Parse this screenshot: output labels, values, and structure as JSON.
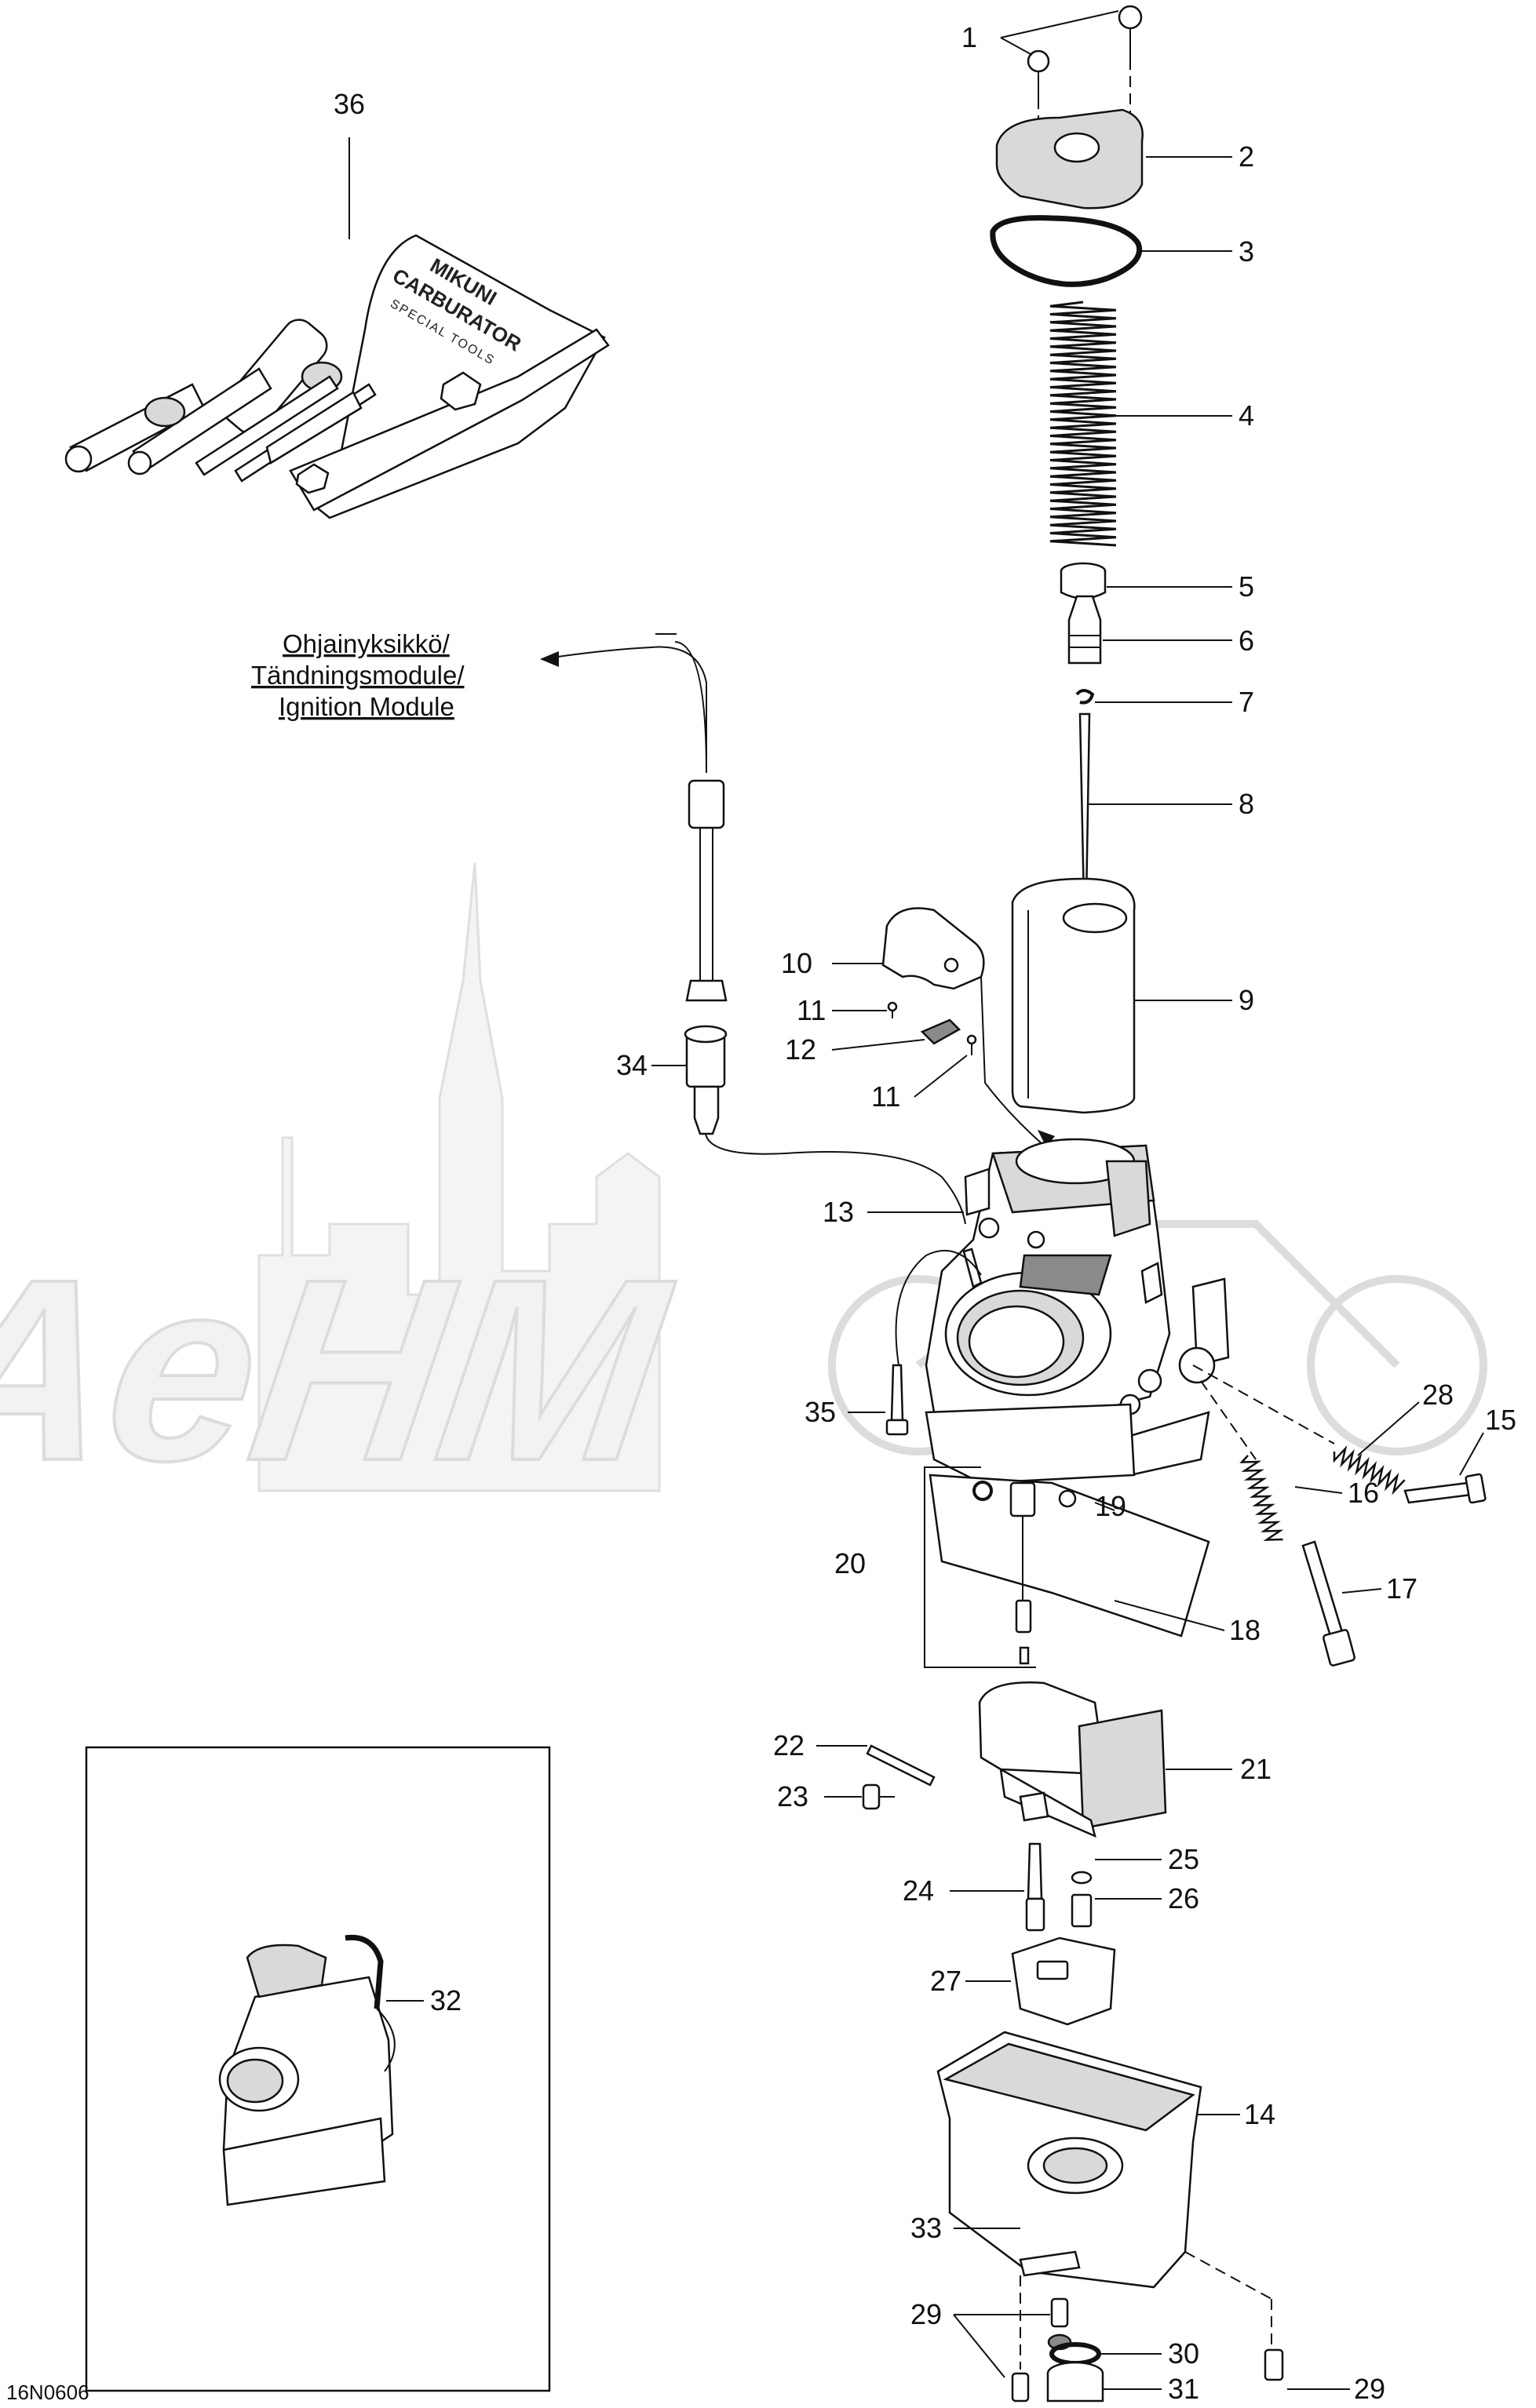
{
  "module_label_lines": [
    "Ohjainyksikkö/",
    "Tändningsmodule/",
    "Ignition Module"
  ],
  "diagram_code": "16N0606",
  "watermark": "AeHM",
  "tool_kit_text": {
    "brand": "MIKUNI",
    "product": "CARBURATOR",
    "sub": "SPECIAL TOOLS"
  },
  "callouts": {
    "c1": "1",
    "c2": "2",
    "c3": "3",
    "c4": "4",
    "c5": "5",
    "c6": "6",
    "c7": "7",
    "c8": "8",
    "c9": "9",
    "c10": "10",
    "c11a": "11",
    "c11b": "11",
    "c12": "12",
    "c13": "13",
    "c14": "14",
    "c15": "15",
    "c16": "16",
    "c17": "17",
    "c18": "18",
    "c19": "19",
    "c20": "20",
    "c21": "21",
    "c22": "22",
    "c23": "23",
    "c24": "24",
    "c25": "25",
    "c26": "26",
    "c27": "27",
    "c28": "28",
    "c29a": "29",
    "c29b": "29",
    "c30": "30",
    "c31": "31",
    "c32": "32",
    "c33": "33",
    "c34": "34",
    "c35": "35",
    "c36": "36"
  }
}
